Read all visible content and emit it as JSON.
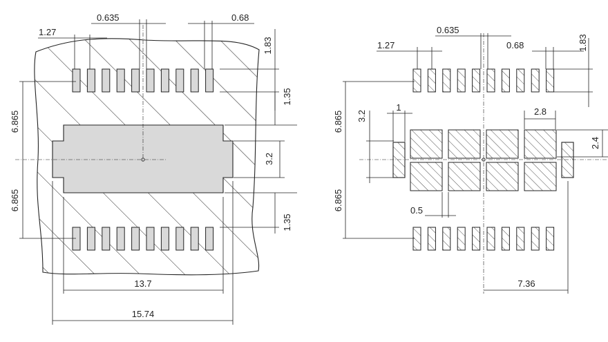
{
  "colors": {
    "line": "#222222",
    "pad_fill": "#d9d9d9",
    "background": "#ffffff"
  },
  "left_view": {
    "dimensions": {
      "pad_pitch": "1.27",
      "pad_width": "0.635",
      "pad_spacing": "0.68",
      "pad_length": "1.83",
      "row_to_center_top": "6.865",
      "row_to_center_bottom": "6.865",
      "body_gap_top": "1.35",
      "body_gap_bottom": "1.35",
      "tab_height": "3.2",
      "body_width": "13.7",
      "overall_width": "15.74"
    }
  },
  "right_view": {
    "dimensions": {
      "pad_width": "0.635",
      "pad_pitch": "1.27",
      "pad_spacing": "0.68",
      "pad_length": "1.83",
      "row_to_center_top": "6.865",
      "row_to_center_bottom": "6.865",
      "side_pad_height": "3.2",
      "side_pad_width": "1",
      "thermal_pad_width": "2.8",
      "thermal_pad_height": "2.4",
      "thermal_gap": "0.5",
      "side_pad_offset": "7.36"
    }
  }
}
